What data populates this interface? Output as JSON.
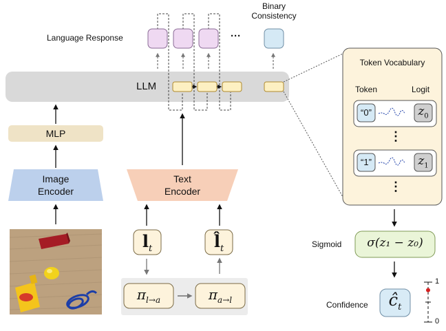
{
  "labels": {
    "language_response": "Language Response",
    "binary_consistency": "Binary\nConsistency",
    "ellipsis": "···",
    "llm": "LLM",
    "mlp": "MLP",
    "image_encoder": "Image\nEncoder",
    "text_encoder": "Text\nEncoder",
    "sigmoid": "Sigmoid",
    "confidence": "Confidence"
  },
  "math": {
    "l_t": "l",
    "l_t_sub": "t",
    "lhat_t": "l̂",
    "lhat_t_sub": "t",
    "pi_la": "π",
    "pi_la_sub": "l→a",
    "pi_al": "π",
    "pi_al_sub": "a→l",
    "sigmoid_expr": "σ(z₁ − z₀)",
    "c_hat": "ĉ",
    "c_hat_sub": "t"
  },
  "vocab": {
    "title": "Token Vocabulary",
    "token_header": "Token",
    "logit_header": "Logit",
    "rows": [
      {
        "token": "“0”",
        "logit": "z",
        "logit_sub": "0"
      },
      {
        "token": "“1”",
        "logit": "z",
        "logit_sub": "1"
      }
    ],
    "vdots": "⋮"
  },
  "scale": {
    "top": "1",
    "bottom": "0",
    "value": 0.8
  },
  "colors": {
    "llm_bar": "#d9d9d9",
    "token_cell": "#fdf0c2",
    "token_border": "#b08a2e",
    "response": "#efd9f2",
    "response_border": "#8a6a95",
    "binary": "#d5e9f5",
    "binary_border": "#6f8ea5",
    "mlp": "#efe3c6",
    "image_encoder": "#bcd0ec",
    "text_encoder": "#f7cfb8",
    "vocab_panel": "#fdf3dc",
    "sigmoid_fill": "#eaf5d8",
    "sigmoid_border": "#7f9a55",
    "confidence_fill": "#d8ebf6",
    "red_dot": "#d62020"
  }
}
